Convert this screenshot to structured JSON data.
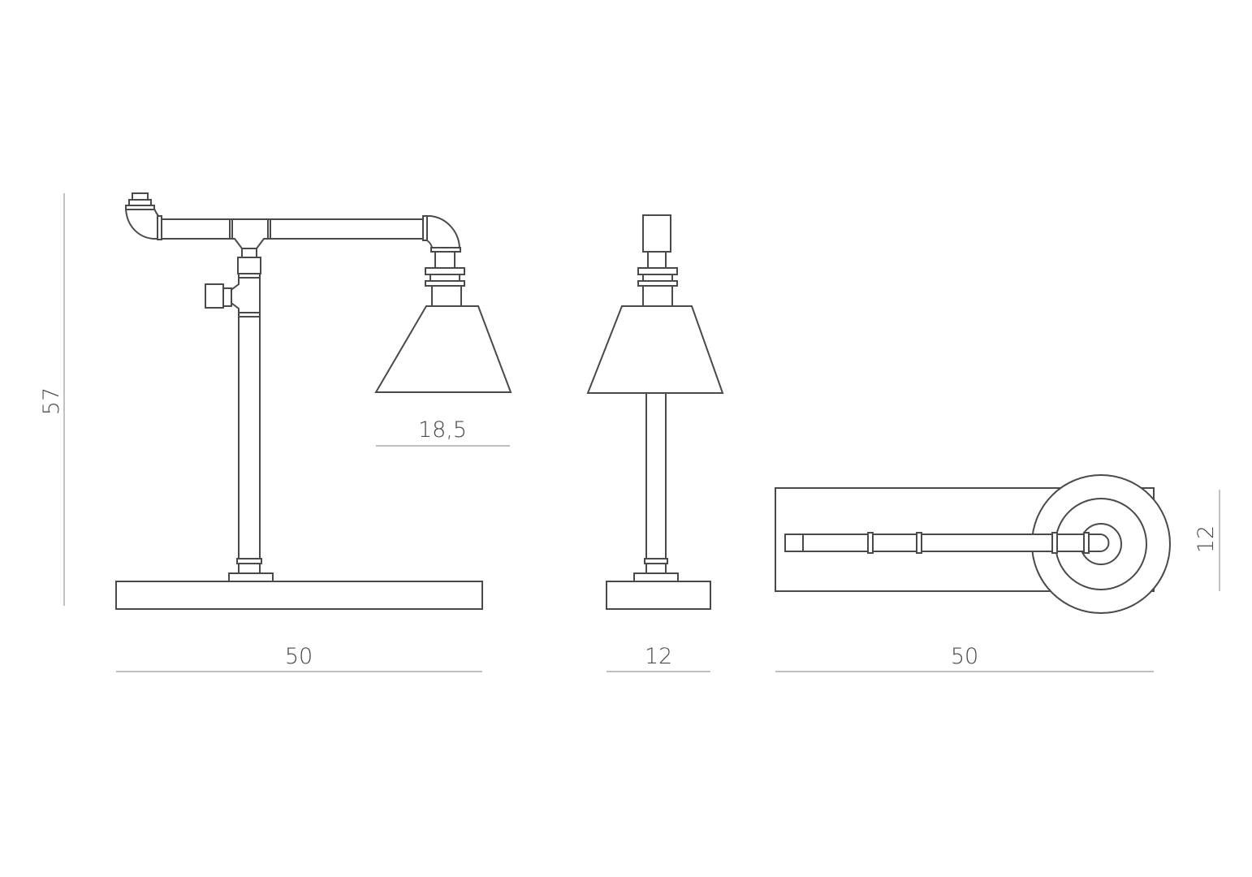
{
  "drawing": {
    "line_color": "#4a4a4a",
    "dimension_line_color": "#9a9a9a",
    "views": {
      "front": {
        "height_label": "57",
        "width_label": "50",
        "shade_diameter_label": "18,5"
      },
      "side": {
        "width_label": "12"
      },
      "top": {
        "width_label": "50",
        "depth_label": "12"
      }
    }
  }
}
